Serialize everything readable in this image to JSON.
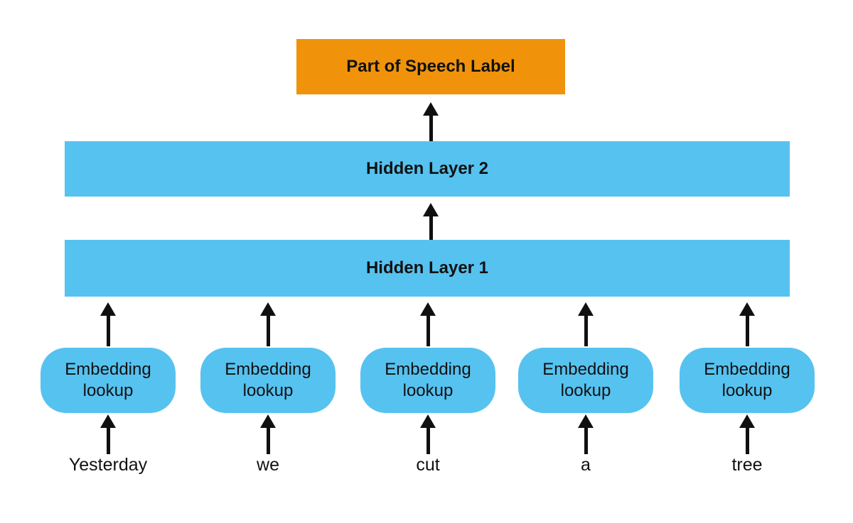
{
  "colors": {
    "blue": "#56C2F0",
    "orange": "#F0930B",
    "arrow": "#101010",
    "text": "#111111"
  },
  "output_box": {
    "label": "Part of Speech Label"
  },
  "hidden_layer_2": {
    "label": "Hidden Layer 2"
  },
  "hidden_layer_1": {
    "label": "Hidden Layer 1"
  },
  "embedding_boxes": [
    {
      "label": "Embedding lookup"
    },
    {
      "label": "Embedding lookup"
    },
    {
      "label": "Embedding lookup"
    },
    {
      "label": "Embedding lookup"
    },
    {
      "label": "Embedding lookup"
    }
  ],
  "input_words": [
    "Yesterday",
    "we",
    "cut",
    "a",
    "tree"
  ]
}
